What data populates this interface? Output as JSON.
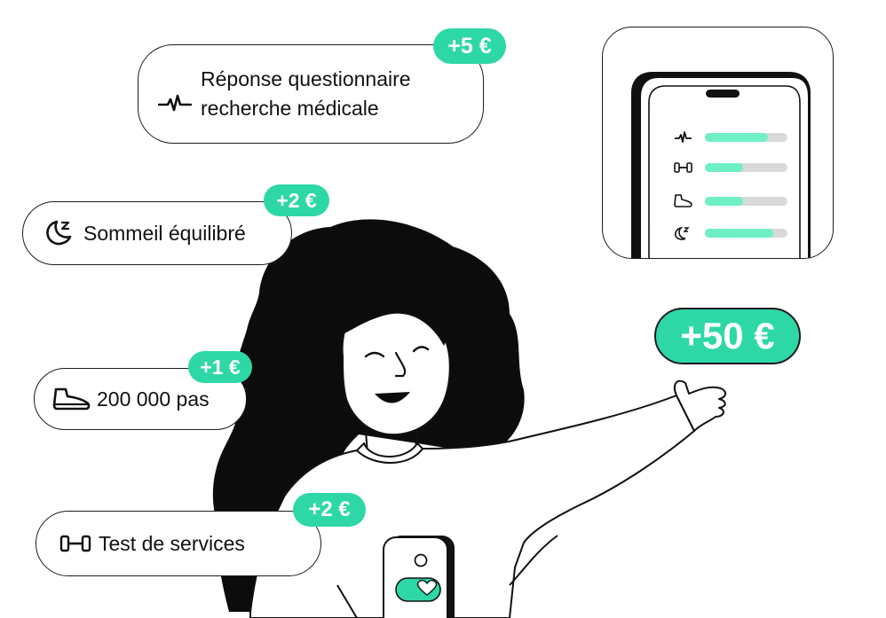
{
  "cards": {
    "research": {
      "label_line1": "Réponse questionnaire",
      "label_line2": "recherche médicale",
      "badge": "+5 €",
      "icon": "heartbeat-icon"
    },
    "sleep": {
      "label": "Sommeil équilibré",
      "badge": "+2 €",
      "icon": "moon-sleep-icon"
    },
    "steps": {
      "label": "200 000 pas",
      "badge": "+1 €",
      "icon": "sneaker-icon"
    },
    "services": {
      "label": "Test de services",
      "badge": "+2 €",
      "icon": "dumbbell-icon"
    }
  },
  "total_badge": "+50 €",
  "phone_progress": [
    {
      "icon": "heartbeat-icon",
      "level": 0.76
    },
    {
      "icon": "dumbbell-icon",
      "level": 0.46
    },
    {
      "icon": "sneaker-icon",
      "level": 0.46
    },
    {
      "icon": "moon-sleep-icon",
      "level": 0.83
    }
  ],
  "colors": {
    "accent": "#2ed8a6",
    "accent_light": "#6ff0c4",
    "track": "#d9d9d9",
    "ink": "#1c1c1c"
  }
}
